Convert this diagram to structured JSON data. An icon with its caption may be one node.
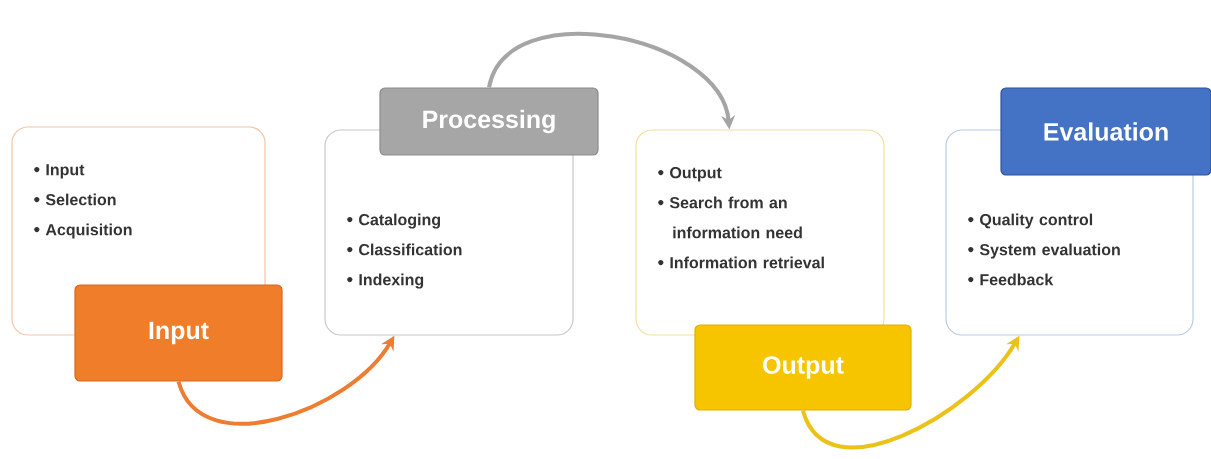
{
  "diagram": {
    "nodes": [
      {
        "text": [
          "Input",
          "Selection",
          "Acquisition"
        ]
      },
      {
        "text": [
          "Input"
        ]
      },
      {
        "text": [
          "Processing"
        ]
      },
      {
        "text": [
          "Cataloging",
          "Classification",
          "Indexing"
        ]
      },
      {
        "text": [
          "Output",
          "Search from an information need",
          "Information retrieval"
        ]
      },
      {
        "text": [
          "Output"
        ]
      },
      {
        "text": [
          "Evaluation"
        ]
      },
      {
        "text": [
          "Quality control",
          "System evaluation",
          "Feedback"
        ]
      }
    ],
    "edges": [
      {
        "from": 1,
        "to": 3,
        "arrow": "to",
        "color": "#ed7d31"
      },
      {
        "from": 2,
        "to": 4,
        "arrow": "to",
        "color": "#a5a5a5"
      },
      {
        "from": 5,
        "to": 7,
        "arrow": "to",
        "color": "#ebc21a"
      }
    ]
  }
}
